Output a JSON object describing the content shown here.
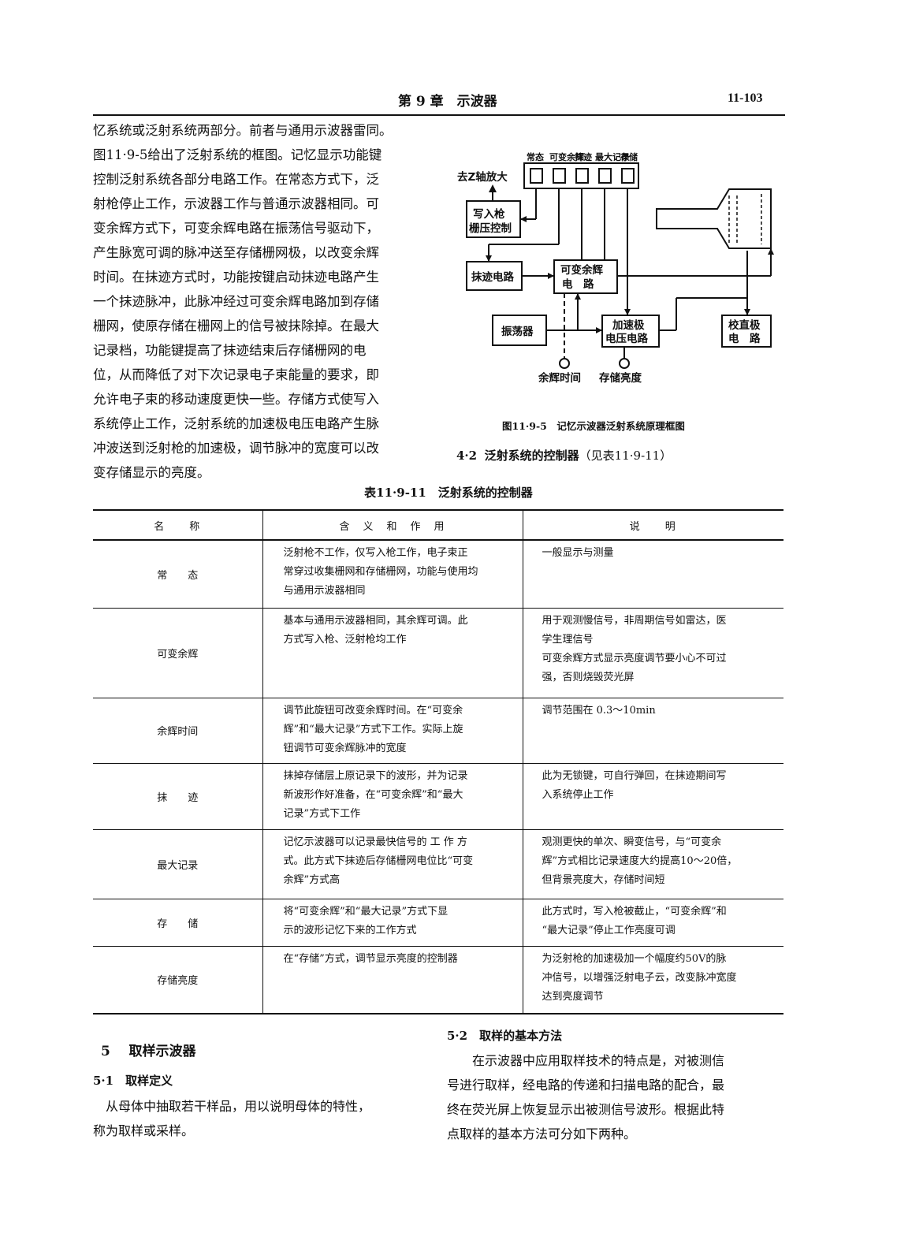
{
  "header": {
    "chapter_title": "第 9 章　示波器",
    "page_number": "11-103"
  },
  "left_paragraph_lines": [
    "忆系统或泛射系统两部分。前者与通用示波器雷同。",
    "图11·9-5给出了泛射系统的框图。记忆显示功能键",
    "控制泛射系统各部分电路工作。在常态方式下，泛",
    "射枪停止工作，示波器工作与普通示波器相同。可",
    "变余辉方式下，可变余辉电路在振荡信号驱动下，",
    "产生脉宽可调的脉冲送至存储栅网极，以改变余辉",
    "时间。在抹迹方式时，功能按键启动抹迹电路产生",
    "一个抹迹脉冲，此脉冲经过可变余辉电路加到存储",
    "栅网，使原存储在栅网上的信号被抹除掉。在最大",
    "记录档，功能键提高了抹迹结束后存储栅网的电",
    "位，从而降低了对下次记录电子束能量的要求，即",
    "允许电子束的移动速度更快一些。存储方式使写入",
    "系统停止工作，泛射系统的加速极电压电路产生脉",
    "冲波送到泛射枪的加速极，调节脉冲的宽度可以改",
    "变存储显示的亮度。"
  ],
  "diagram": {
    "key_labels": [
      "常态",
      "可变余辉",
      "抹迹",
      "最大记录",
      "存储"
    ],
    "z_axis_label": "去Z轴放大",
    "write_gun_box": [
      "写入枪",
      "栅压控制"
    ],
    "erase_box": "抹迹电路",
    "var_persist_box": [
      "可变余辉",
      "电　路"
    ],
    "oscillator_box": "振荡器",
    "accel_box": [
      "加速极",
      "电压电路"
    ],
    "collim_box": [
      "校直极",
      "电　路"
    ],
    "knob_persist": "余辉时间",
    "knob_brightness": "存储亮度",
    "caption": "图11·9-5　记忆示波器泛射系统原理框图"
  },
  "section_4_2": {
    "number": "4·2",
    "title": "泛射系统的控制器",
    "ref": "（见表11·9-11）"
  },
  "table": {
    "title": "表11·9-11　泛射系统的控制器",
    "headers": [
      "名　　称",
      "含　义　和　作　用",
      "说　　明"
    ],
    "rows": [
      {
        "name": "常　　态",
        "meaning": [
          "泛射枪不工作，仅写入枪工作，电子束正",
          "常穿过收集栅网和存储栅网，功能与使用均",
          "与通用示波器相同"
        ],
        "note": [
          "一般显示与测量"
        ]
      },
      {
        "name": "可变余辉",
        "meaning": [
          "基本与通用示波器相同，其余辉可调。此",
          "方式写入枪、泛射枪均工作"
        ],
        "note": [
          "用于观测慢信号，非周期信号如雷达，医",
          "学生理信号",
          "可变余辉方式显示亮度调节要小心不可过",
          "强，否则烧毁荧光屏"
        ]
      },
      {
        "name": "余辉时间",
        "meaning": [
          "调节此旋钮可改变余辉时间。在“可变余",
          "辉”和“最大记录”方式下工作。实际上旋",
          "钮调节可变余辉脉冲的宽度"
        ],
        "note": [
          "调节范围在 0.3～10min"
        ]
      },
      {
        "name": "抹　　迹",
        "meaning": [
          "抹掉存储层上原记录下的波形，并为记录",
          "新波形作好准备，在“可变余辉”和“最大",
          "记录”方式下工作"
        ],
        "note": [
          "此为无锁键，可自行弹回，在抹迹期间写",
          "入系统停止工作"
        ]
      },
      {
        "name": "最大记录",
        "meaning": [
          "记忆示波器可以记录最快信号的 工 作 方",
          "式。此方式下抹迹后存储栅网电位比“可变",
          "余辉”方式高"
        ],
        "note": [
          "观测更快的单次、瞬变信号，与“可变余",
          "辉”方式相比记录速度大约提高10～20倍，",
          "但背景亮度大，存储时间短"
        ]
      },
      {
        "name": "存　　储",
        "meaning": [
          "将“可变余辉”和“最大记录”方式下显",
          "示的波形记忆下来的工作方式"
        ],
        "note": [
          "此方式时，写入枪被截止，“可变余辉”和",
          "“最大记录”停止工作亮度可调"
        ]
      },
      {
        "name": "存储亮度",
        "meaning": [
          "在“存储”方式，调节显示亮度的控制器"
        ],
        "note": [
          "为泛射枪的加速极加一个幅度约50V的脉",
          "冲信号，以增强泛射电子云，改变脉冲宽度",
          "达到亮度调节"
        ]
      }
    ]
  },
  "section_5": {
    "number": "5",
    "title": "取样示波器"
  },
  "section_5_1": {
    "heading": "5·1　取样定义",
    "lines": [
      "　从母体中抽取若干样品，用以说明母体的特性，",
      "称为取样或采样。"
    ]
  },
  "section_5_2": {
    "heading": "5·2　取样的基本方法",
    "lines": [
      "　　在示波器中应用取样技术的特点是，对被测信",
      "号进行取样，经电路的传递和扫描电路的配合，最",
      "终在荧光屏上恢复显示出被测信号波形。根据此特",
      "点取样的基本方法可分如下两种。"
    ]
  }
}
